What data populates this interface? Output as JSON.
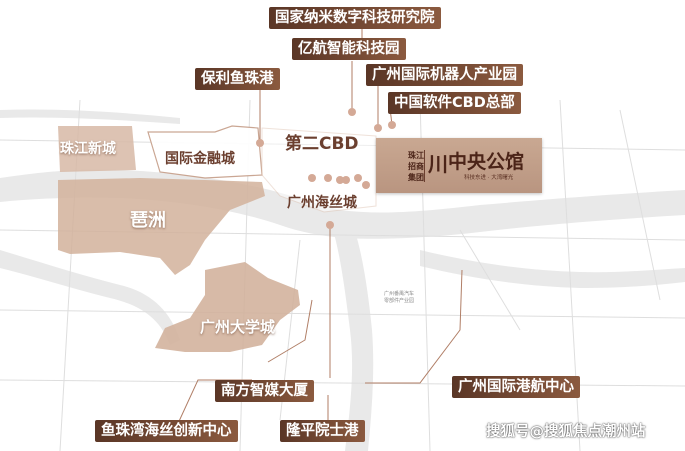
{
  "labels": {
    "top1": "国家纳米数字科技研究院",
    "top2": "亿航智能科技园",
    "top3": "广州国际机器人产业园",
    "top4": "保利鱼珠港",
    "top5": "中国软件CBD总部",
    "bottom1": "南方智媒大厦",
    "bottom2": "广州国际港航中心",
    "bottom3": "鱼珠湾海丝创新中心",
    "bottom4": "隆平院士港"
  },
  "regions": {
    "zhujiang": "珠江新城",
    "finance": "国际金融城",
    "cbd2": "第二CBD",
    "haisi": "广州海丝城",
    "pazhou": "琶洲",
    "university": "广州大学城"
  },
  "project": {
    "brand": "珠江\n招商\n集团",
    "mark": "川",
    "name": "中央公馆",
    "slogan": "科技东进 · 大湾曙光"
  },
  "watermark": "搜狐号@搜狐焦点潮州站",
  "colors": {
    "label_dark": "#5a3626",
    "label_light": "#8b5a3f",
    "region_fill": "#dbc0ae",
    "dot": "#d4a996",
    "line": "#b07e66"
  }
}
